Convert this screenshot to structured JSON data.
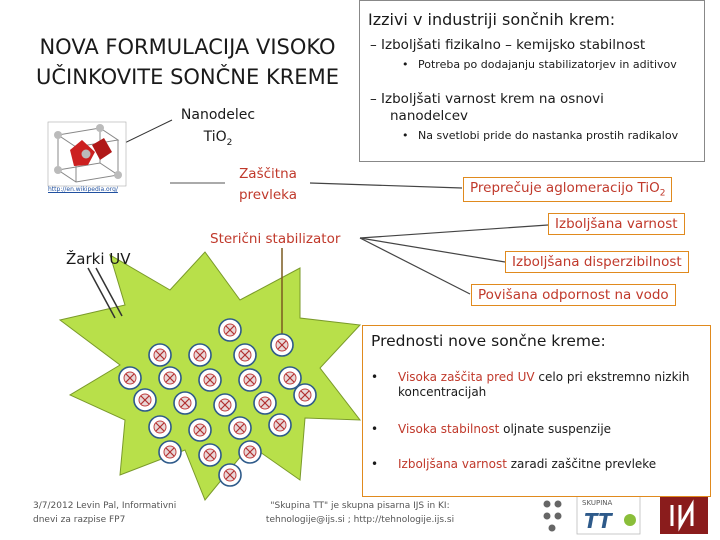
{
  "title": "NOVA FORMULACIJA VISOKO UČINKOVITE SONČNE KREME",
  "nano": {
    "line1": "Nanodelec",
    "line2": "TiO",
    "sub": "2"
  },
  "image_url": "http://en.wikipedia.org/",
  "label_zascitna": "Zaščitna prevleka",
  "label_sterik": "Sterični stabilizator",
  "label_zarki": "Žarki UV",
  "challenges": {
    "heading": "Izzivi v industriji sončnih krem:",
    "item1": "– Izboljšati fizikalno – kemijsko stabilnost",
    "sub1_bullet": "•",
    "sub1": "Potreba po dodajanju stabilizatorjev in aditivov",
    "item2_line1": "– Izboljšati varnost krem na osnovi",
    "item2_line2": "nanodelcev",
    "sub2_bullet": "•",
    "sub2": "Na svetlobi pride do nastanka prostih radikalov"
  },
  "benefits": {
    "aglomeracija": "Preprečuje aglomeracijo TiO",
    "aglomeracija_sub": "2",
    "varnost": "Izboljšana varnost",
    "disperzibilnost": "Izboljšana disperzibilnost",
    "odpornost": "Povišana odpornost na vodo"
  },
  "advantages": {
    "heading": "Prednosti nove sončne kreme:",
    "bullet": "•",
    "items": [
      {
        "red": "Visoka zaščita pred UV",
        "rest": " celo pri ekstremno nizkih koncentracijah"
      },
      {
        "red": "Visoka stabilnost",
        "rest": " oljnate suspenzije"
      },
      {
        "red": "Izboljšana varnost",
        "rest": " zaradi zaščitne prevleke"
      }
    ]
  },
  "footer": {
    "left_line1": "3/7/2012 Levin Pal, Informativni",
    "left_line2": "dnevi za razpise FP7",
    "mid_line1": "\"Skupina TT\" je skupna pisarna IJS in KI:",
    "mid_line2": "tehnologije@ijs.si ; http://tehnologije.ijs.si",
    "logo_text": "SKUPINA",
    "logo_tt": "TT"
  },
  "colors": {
    "accent_orange": "#e08a1e",
    "accent_red": "#c0392b",
    "star_green": "#9acd32",
    "particle_blue": "#2e5a8a"
  }
}
